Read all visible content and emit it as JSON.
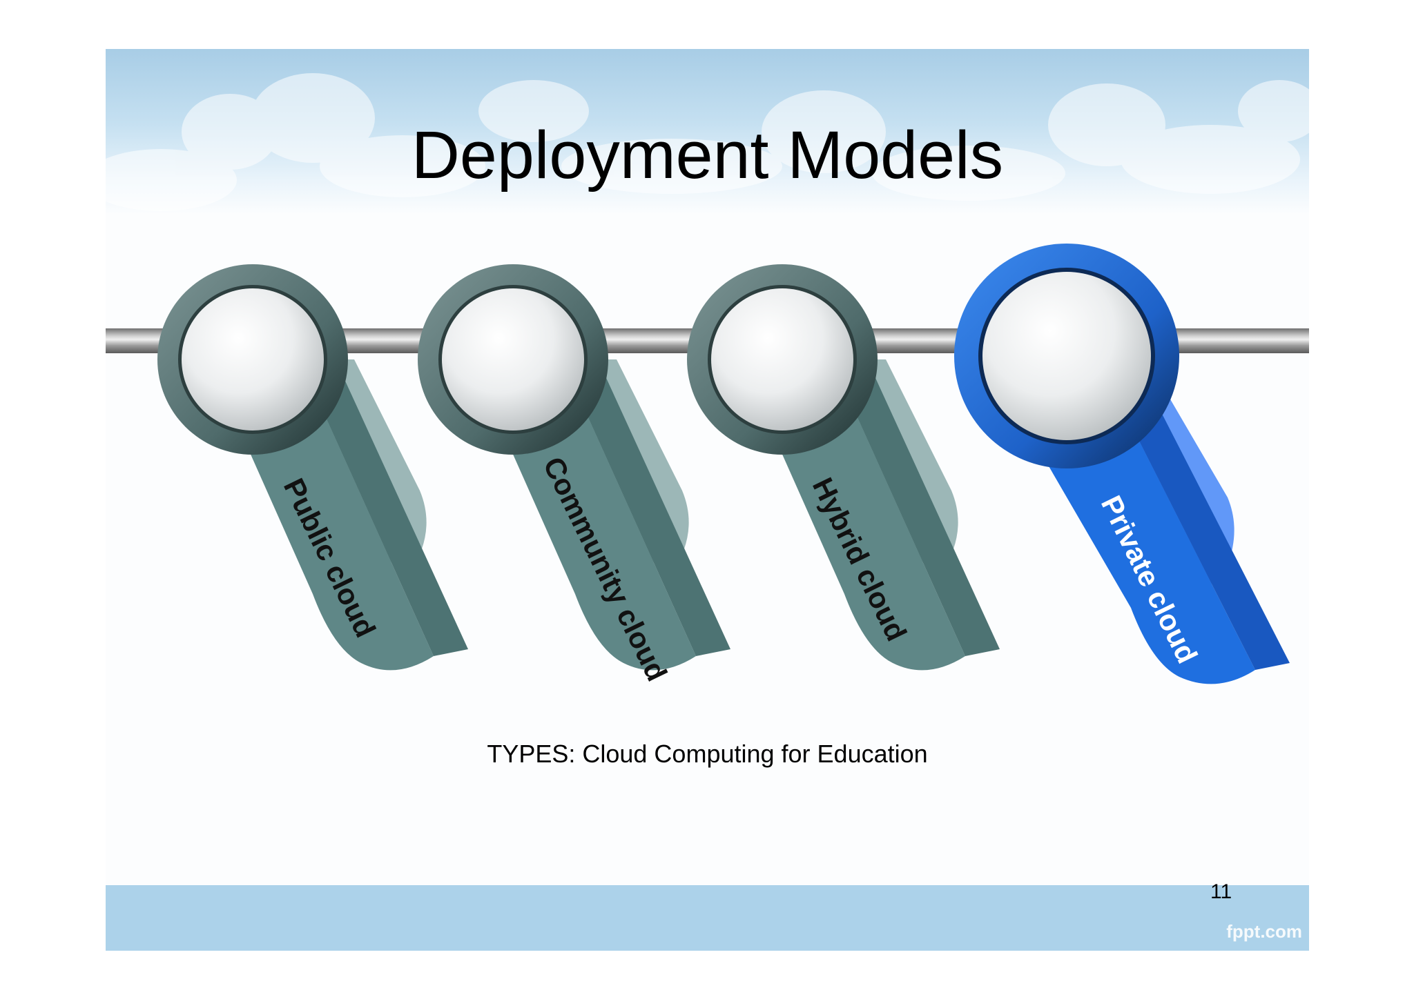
{
  "slide": {
    "title": "Deployment Models",
    "caption": "TYPES: Cloud Computing for Education",
    "page_number": "11",
    "brand": "fppt.com"
  },
  "models": [
    {
      "label": "Public cloud",
      "color": "#5f8787",
      "highlighted": false
    },
    {
      "label": "Community cloud",
      "color": "#5f8787",
      "highlighted": false
    },
    {
      "label": "Hybrid cloud",
      "color": "#5f8787",
      "highlighted": false
    },
    {
      "label": "Private cloud",
      "color": "#1f6fe0",
      "highlighted": true
    }
  ],
  "colors": {
    "sky": "#a8cde6",
    "footer": "#acd2ea",
    "accent": "#1f6fe0"
  }
}
